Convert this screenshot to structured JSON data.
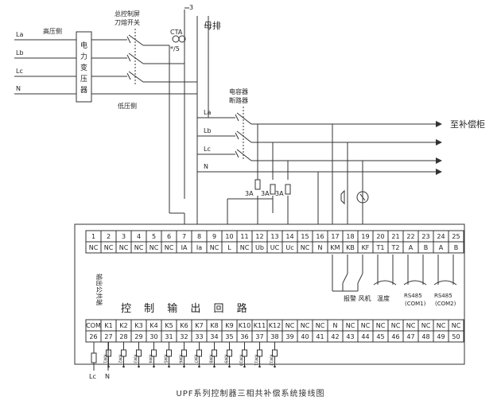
{
  "caption": "UPF系列控制器三相共补偿系统接线图",
  "incoming_phases": [
    "La",
    "Lb",
    "Lc",
    "N"
  ],
  "high_voltage_side": "高压侧",
  "low_voltage_side": "低压侧",
  "transformer": [
    "电",
    "力",
    "变",
    "压",
    "器"
  ],
  "main_switch": [
    "总控制屏",
    "刀熔开关"
  ],
  "cta": "CTA",
  "cta_ratio": "*/5",
  "cta_number": "3",
  "busbar": "母排",
  "capacitor_breaker": [
    "电容器",
    "断路器"
  ],
  "bus_phases": [
    "La",
    "Lb",
    "Lc",
    "N"
  ],
  "to_cabinet": "至补偿柜",
  "fuses": [
    "3A",
    "3A",
    "3A"
  ],
  "top_terminals": {
    "numbers": [
      "1",
      "2",
      "3",
      "4",
      "5",
      "6",
      "7",
      "8",
      "9",
      "10",
      "11",
      "12",
      "13",
      "14",
      "15",
      "16",
      "17",
      "18",
      "19",
      "20",
      "21",
      "22",
      "23",
      "24",
      "25"
    ],
    "labels": [
      "NC",
      "NC",
      "NC",
      "NC",
      "NC",
      "NC",
      "IA",
      "Ia",
      "NC",
      "L",
      "NC",
      "Ub",
      "UC",
      "Uc",
      "NC",
      "N",
      "KM",
      "KB",
      "KF",
      "T1",
      "T2",
      "A",
      "B",
      "A",
      "B"
    ]
  },
  "alarm_fan": "报警  风机",
  "temperature": "温度",
  "rs485_1": [
    "RS485",
    "(COM1)"
  ],
  "rs485_2": [
    "RS485",
    "(COM2)"
  ],
  "output_common": "输出公共端",
  "output_loop_title": "控 制 输 出 回 路",
  "bottom_terminals": {
    "labels": [
      "COM",
      "K1",
      "K2",
      "K3",
      "K4",
      "K5",
      "K6",
      "K7",
      "K8",
      "K9",
      "K10",
      "K11",
      "K12",
      "NC",
      "NC",
      "NC",
      "N",
      "NC",
      "NC",
      "NC",
      "NC",
      "NC",
      "NC",
      "NC",
      "NC"
    ],
    "numbers": [
      "26",
      "27",
      "28",
      "29",
      "30",
      "31",
      "32",
      "33",
      "34",
      "35",
      "36",
      "37",
      "38",
      "39",
      "40",
      "41",
      "42",
      "43",
      "44",
      "45",
      "46",
      "47",
      "48",
      "49",
      "50"
    ]
  },
  "relay_labels": [
    "KM1",
    "KM2",
    "KM3",
    "KM4",
    "KM5",
    "KM6",
    "KM7",
    "KM8",
    "KM9",
    "KM10",
    "KM11",
    "KM12"
  ],
  "com_fuse_phase": "Lc",
  "com_neutral": "N"
}
